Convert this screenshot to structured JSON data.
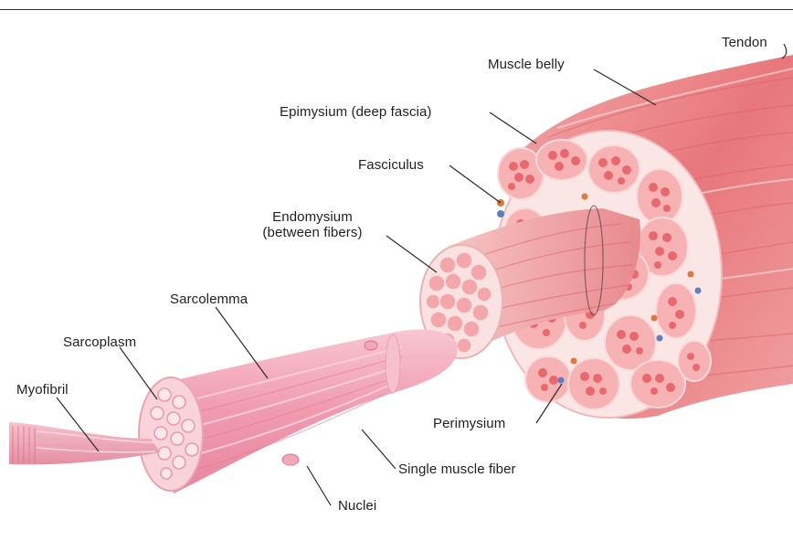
{
  "labels": {
    "tendon": "Tendon",
    "muscle_belly": "Muscle belly",
    "epimysium": "Epimysium (deep fascia)",
    "fasciculus": "Fasciculus",
    "endomysium_line1": "Endomysium",
    "endomysium_line2": "(between fibers)",
    "sarcolemma": "Sarcolemma",
    "sarcoplasm": "Sarcoplasm",
    "myofibril": "Myofibril",
    "perimysium": "Perimysium",
    "single_muscle_fiber": "Single muscle fiber",
    "nuclei": "Nuclei"
  },
  "colors": {
    "muscle_dark": "#e06a70",
    "muscle_mid": "#ef9a9c",
    "muscle_light": "#f7c9c9",
    "fiber_pink": "#f4a8b8",
    "fiber_light": "#fbd6de",
    "fascia": "#fbe6e6",
    "leader_line": "#2a2a2a",
    "nucleus_blue": "#5b7fc0",
    "nucleus_orange": "#e0783a"
  }
}
